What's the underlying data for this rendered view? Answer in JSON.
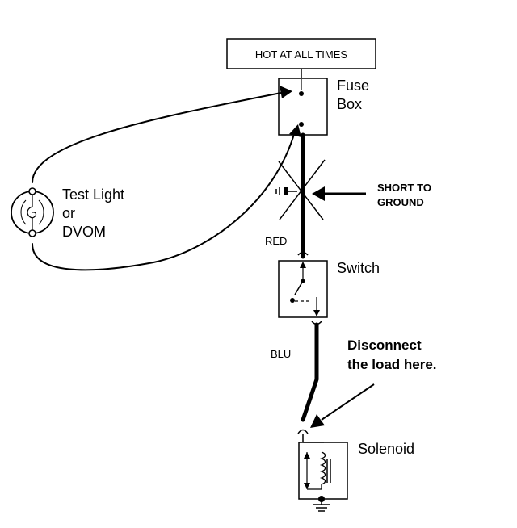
{
  "header_box": {
    "label": "HOT AT ALL TIMES"
  },
  "fuse_box": {
    "label_line1": "Fuse",
    "label_line2": "Box"
  },
  "test_light": {
    "label_line1": "Test Light",
    "label_line2": "or",
    "label_line3": "DVOM"
  },
  "short": {
    "label_line1": "SHORT TO",
    "label_line2": "GROUND"
  },
  "wires": {
    "red": "RED",
    "blu": "BLU"
  },
  "switch": {
    "label": "Switch"
  },
  "note": {
    "line1": "Disconnect",
    "line2": "the load here."
  },
  "solenoid": {
    "label": "Solenoid"
  }
}
